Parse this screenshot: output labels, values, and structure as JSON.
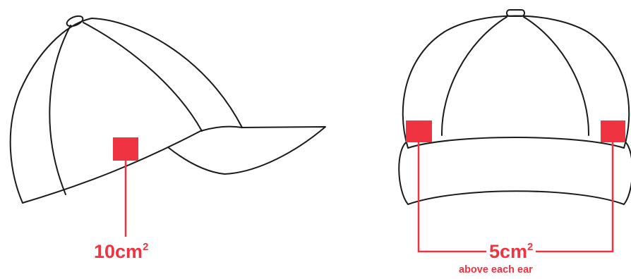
{
  "colors": {
    "accent": "#ef3340",
    "outline": "#1a1a1a",
    "background": "#ffffff"
  },
  "side_view": {
    "area_value": "10cm",
    "area_exponent": "2"
  },
  "front_view": {
    "area_value": "5cm",
    "area_exponent": "2",
    "note": "above each ear"
  }
}
